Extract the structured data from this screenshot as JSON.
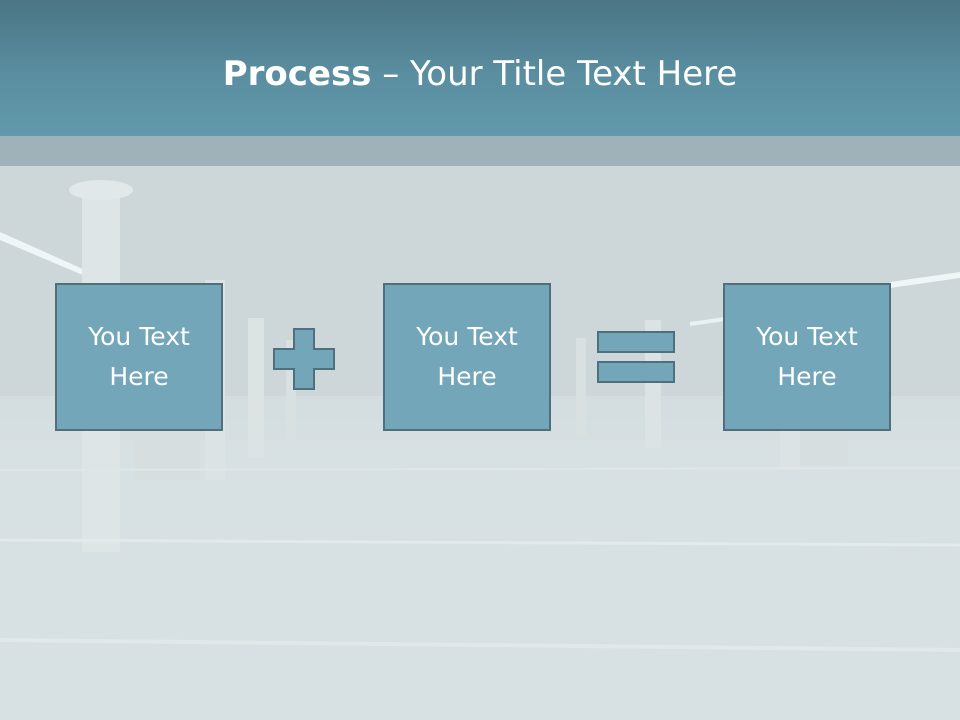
{
  "slide": {
    "title_bold": "Process",
    "title_rest": " – Your Title Text Here",
    "boxes": [
      {
        "line1": "You Text",
        "line2": "Here"
      },
      {
        "line1": "You Text",
        "line2": "Here"
      },
      {
        "line1": "You Text",
        "line2": "Here"
      }
    ],
    "operators": [
      "plus-icon",
      "equals-icon"
    ]
  },
  "colors": {
    "header": "#5a8ea0",
    "box_fill": "#73a6b8",
    "box_border": "#4f6f7c",
    "title_text": "#ffffff"
  }
}
